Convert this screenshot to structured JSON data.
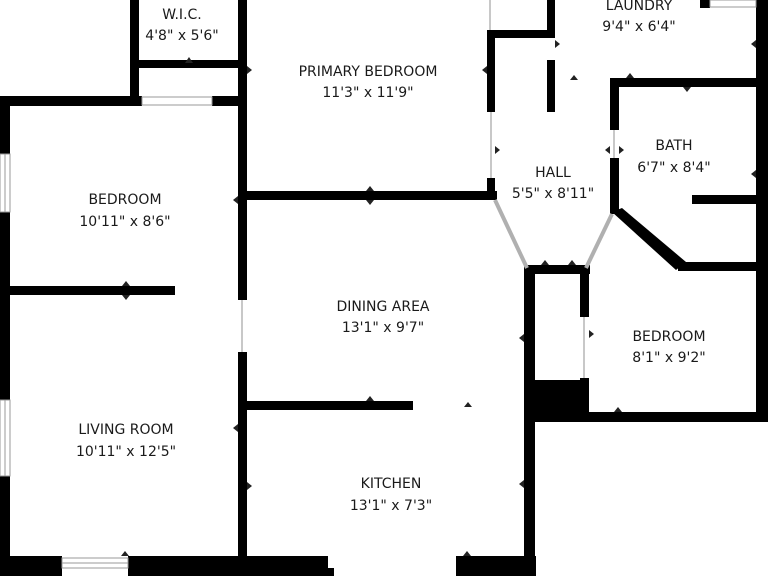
{
  "plan": {
    "rooms": [
      {
        "id": "wic",
        "name": "W.I.C.",
        "dim": "4'8\" x 5'6\""
      },
      {
        "id": "primary-bedroom",
        "name": "PRIMARY BEDROOM",
        "dim": "11'3\" x 11'9\""
      },
      {
        "id": "laundry",
        "name": "LAUNDRY",
        "dim": "9'4\" x 6'4\""
      },
      {
        "id": "bath",
        "name": "BATH",
        "dim": "6'7\" x 8'4\""
      },
      {
        "id": "hall",
        "name": "HALL",
        "dim": "5'5\" x 8'11\""
      },
      {
        "id": "bedroom-left",
        "name": "BEDROOM",
        "dim": "10'11\" x 8'6\""
      },
      {
        "id": "dining-area",
        "name": "DINING AREA",
        "dim": "13'1\" x 9'7\""
      },
      {
        "id": "bedroom-right",
        "name": "BEDROOM",
        "dim": "8'1\" x 9'2\""
      },
      {
        "id": "living-room",
        "name": "LIVING ROOM",
        "dim": "10'11\" x 12'5\""
      },
      {
        "id": "kitchen",
        "name": "KITCHEN",
        "dim": "13'1\" x 7'3\""
      }
    ]
  }
}
